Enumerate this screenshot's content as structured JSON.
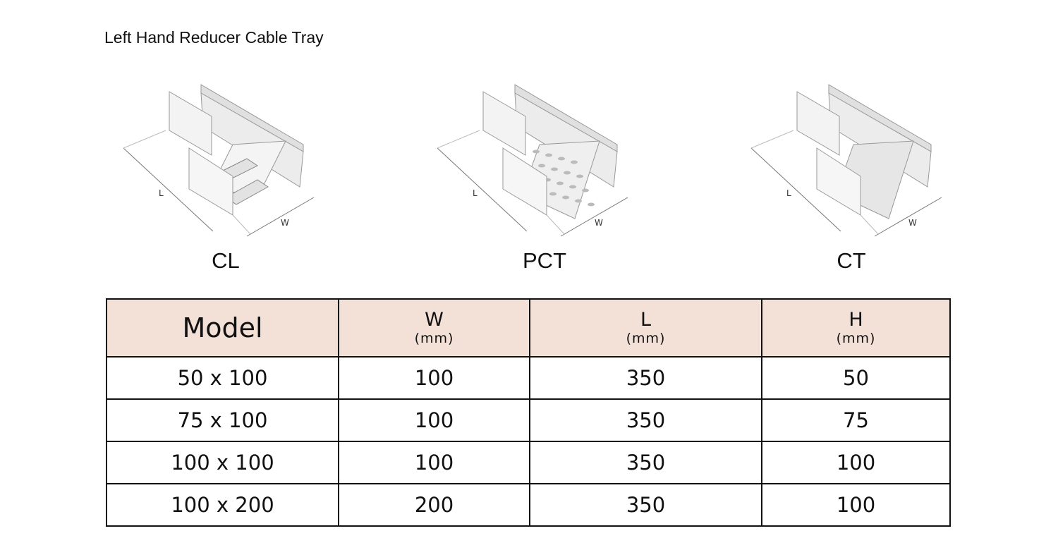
{
  "title": "Left Hand Reducer Cable Tray",
  "figures": [
    {
      "caption": "CL",
      "dim_l": "L",
      "dim_w": "W"
    },
    {
      "caption": "PCT",
      "dim_l": "L",
      "dim_w": "W"
    },
    {
      "caption": "CT",
      "dim_l": "L",
      "dim_w": "W"
    }
  ],
  "table": {
    "headers": [
      {
        "label": "Model",
        "unit": ""
      },
      {
        "label": "W",
        "unit": "(mm)"
      },
      {
        "label": "L",
        "unit": "(mm)"
      },
      {
        "label": "H",
        "unit": "(mm)"
      }
    ],
    "rows": [
      [
        "50 x 100",
        "100",
        "350",
        "50"
      ],
      [
        "75 x 100",
        "100",
        "350",
        "75"
      ],
      [
        "100 x 100",
        "100",
        "350",
        "100"
      ],
      [
        "100 x 200",
        "200",
        "350",
        "100"
      ]
    ],
    "header_bg": "#f3e0d6"
  }
}
